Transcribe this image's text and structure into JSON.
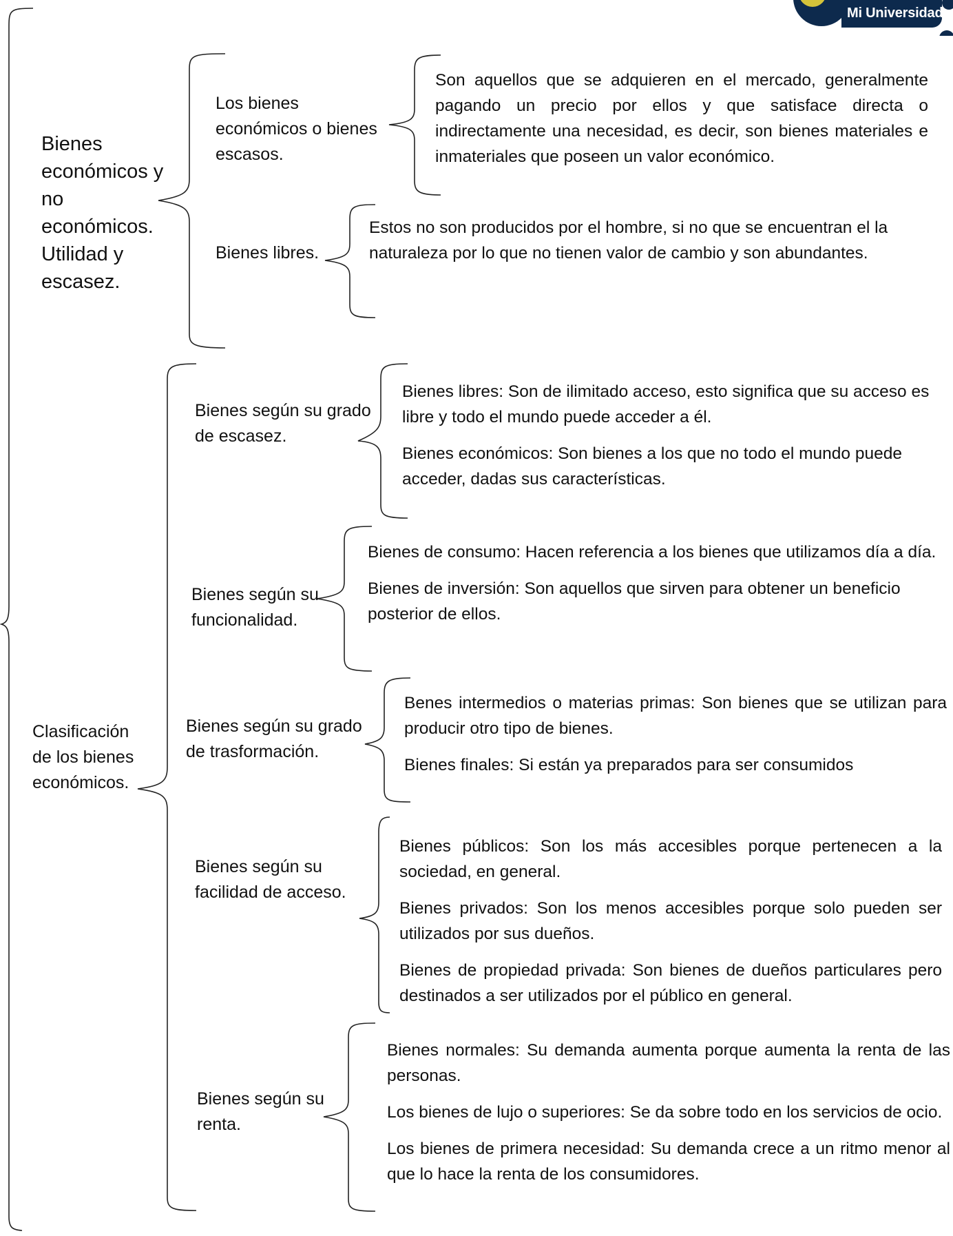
{
  "logo": {
    "text": "Mi Universidad"
  },
  "sections": [
    {
      "title": "Bienes económicos y no económicos. Utilidad y escasez.",
      "groups": [
        {
          "label": "Los bienes económicos o bienes escasos.",
          "items": [
            "Son aquellos que se adquieren en el mercado, generalmente pagando un precio por ellos y que satisface directa o indirectamente una necesidad, es decir, son bienes materiales e inmateriales que poseen un valor económico."
          ]
        },
        {
          "label": "Bienes libres.",
          "items": [
            "Estos no son producidos por el hombre, si no que se encuentran el la naturaleza por lo que no tienen valor de cambio y son abundantes."
          ]
        }
      ]
    },
    {
      "title": "Clasificación de los bienes económicos.",
      "groups": [
        {
          "label": "Bienes según su grado de escasez.",
          "items": [
            " Bienes libres: Son de ilimitado acceso, esto significa que su acceso es libre y todo el mundo puede acceder a él.",
            "Bienes económicos: Son bienes a los que no todo el mundo puede acceder, dadas sus características."
          ]
        },
        {
          "label": "Bienes según su funcionalidad.",
          "items": [
            "Bienes de consumo: Hacen referencia a los bienes que utilizamos día a día.",
            "Bienes de inversión: Son aquellos que sirven para obtener un beneficio posterior de ellos."
          ]
        },
        {
          "label": "Bienes según su grado de trasformación.",
          "items": [
            "Benes intermedios o materias primas: Son bienes que se utilizan para producir otro tipo de bienes.",
            " Bienes finales: Si están ya preparados para ser consumidos"
          ]
        },
        {
          "label": "Bienes según su facilidad de acceso.",
          "items": [
            "Bienes públicos: Son los más accesibles porque pertenecen a la sociedad, en general.",
            "Bienes privados: Son los menos accesibles porque solo pueden ser utilizados por sus dueños.",
            "Bienes de propiedad privada: Son bienes de dueños particulares pero destinados a ser utilizados por el público en general."
          ]
        },
        {
          "label": "Bienes según su renta.",
          "items": [
            "Bienes normales: Su demanda aumenta porque aumenta la renta de las personas.",
            "Los bienes de lujo o superiores: Se da sobre todo en los servicios de ocio.",
            "Los bienes de primera necesidad: Su demanda crece a un ritmo menor al que lo hace la renta de los consumidores."
          ]
        }
      ]
    }
  ]
}
